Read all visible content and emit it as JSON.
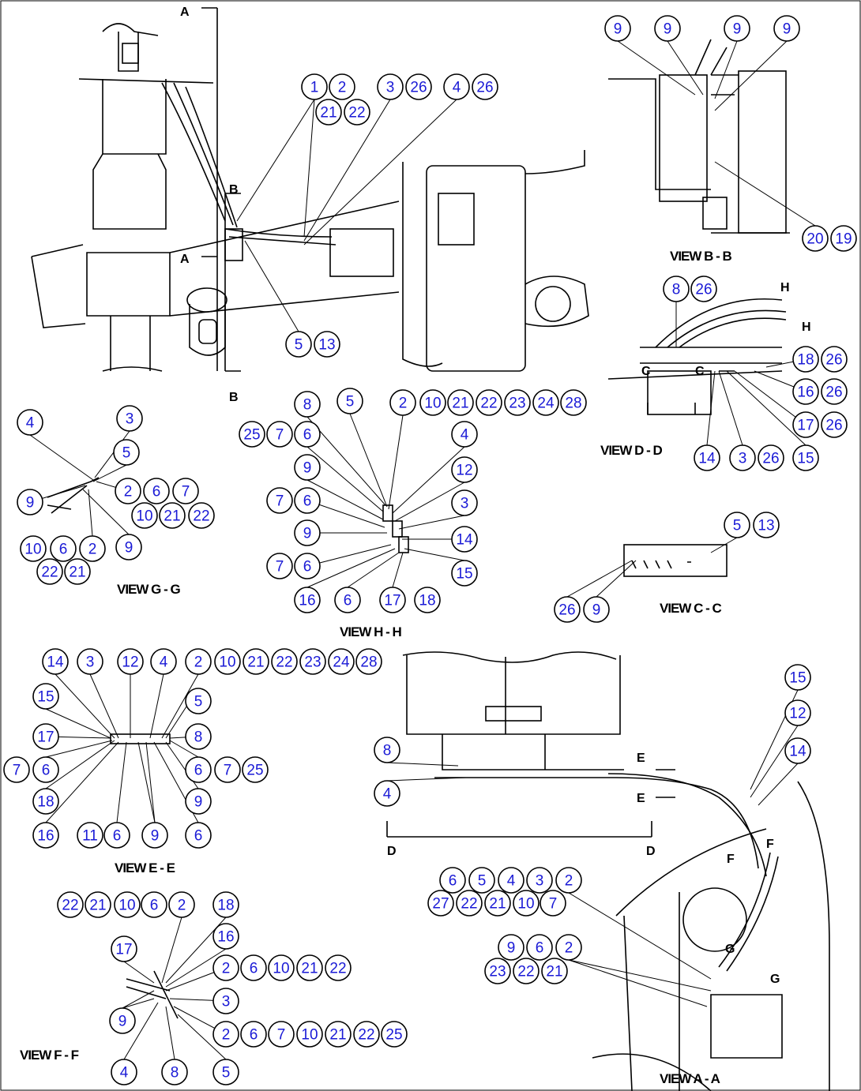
{
  "views": [
    {
      "id": "b",
      "label": "VIEW B - B"
    },
    {
      "id": "d",
      "label": "VIEW D - D"
    },
    {
      "id": "g",
      "label": "VIEW G - G"
    },
    {
      "id": "h",
      "label": "VIEW H - H"
    },
    {
      "id": "c",
      "label": "VIEW C - C"
    },
    {
      "id": "e",
      "label": "VIEW E - E"
    },
    {
      "id": "f",
      "label": "VIEW F - F"
    },
    {
      "id": "a",
      "label": "VIEW A - A"
    }
  ],
  "section_marks": [
    "A",
    "B",
    "C",
    "D",
    "E",
    "F",
    "G",
    "H"
  ],
  "callout_groups": [
    {
      "view": "main",
      "numbers": [
        "1",
        "2",
        "21",
        "22",
        "3",
        "26",
        "4",
        "26",
        "5",
        "13"
      ]
    },
    {
      "view": "b",
      "numbers": [
        "9",
        "9",
        "9",
        "9",
        "20",
        "19"
      ]
    },
    {
      "view": "d",
      "numbers": [
        "8",
        "26",
        "18",
        "26",
        "16",
        "26",
        "17",
        "26",
        "14",
        "3",
        "26",
        "15"
      ]
    },
    {
      "view": "g",
      "numbers": [
        "4",
        "3",
        "5",
        "9",
        "2",
        "6",
        "7",
        "10",
        "21",
        "22",
        "9",
        "10",
        "6",
        "2",
        "22",
        "21"
      ]
    },
    {
      "view": "h",
      "numbers": [
        "8",
        "5",
        "2",
        "10",
        "21",
        "22",
        "23",
        "24",
        "28",
        "25",
        "7",
        "6",
        "4",
        "9",
        "12",
        "7",
        "6",
        "3",
        "9",
        "14",
        "7",
        "6",
        "15",
        "16",
        "6",
        "17",
        "18"
      ]
    },
    {
      "view": "c",
      "numbers": [
        "5",
        "13",
        "26",
        "9"
      ]
    },
    {
      "view": "e",
      "numbers": [
        "14",
        "3",
        "12",
        "4",
        "2",
        "10",
        "21",
        "22",
        "23",
        "24",
        "28",
        "15",
        "5",
        "17",
        "8",
        "7",
        "6",
        "6",
        "7",
        "25",
        "18",
        "9",
        "16",
        "11",
        "6",
        "9",
        "6"
      ]
    },
    {
      "view": "f",
      "numbers": [
        "22",
        "21",
        "10",
        "6",
        "2",
        "18",
        "17",
        "16",
        "2",
        "6",
        "10",
        "21",
        "22",
        "3",
        "9",
        "2",
        "6",
        "7",
        "10",
        "21",
        "22",
        "25",
        "4",
        "8",
        "5"
      ]
    },
    {
      "view": "a",
      "numbers": [
        "15",
        "12",
        "14",
        "8",
        "4",
        "6",
        "5",
        "4",
        "3",
        "2",
        "27",
        "22",
        "21",
        "10",
        "7",
        "9",
        "6",
        "2",
        "23",
        "22",
        "21"
      ]
    }
  ]
}
